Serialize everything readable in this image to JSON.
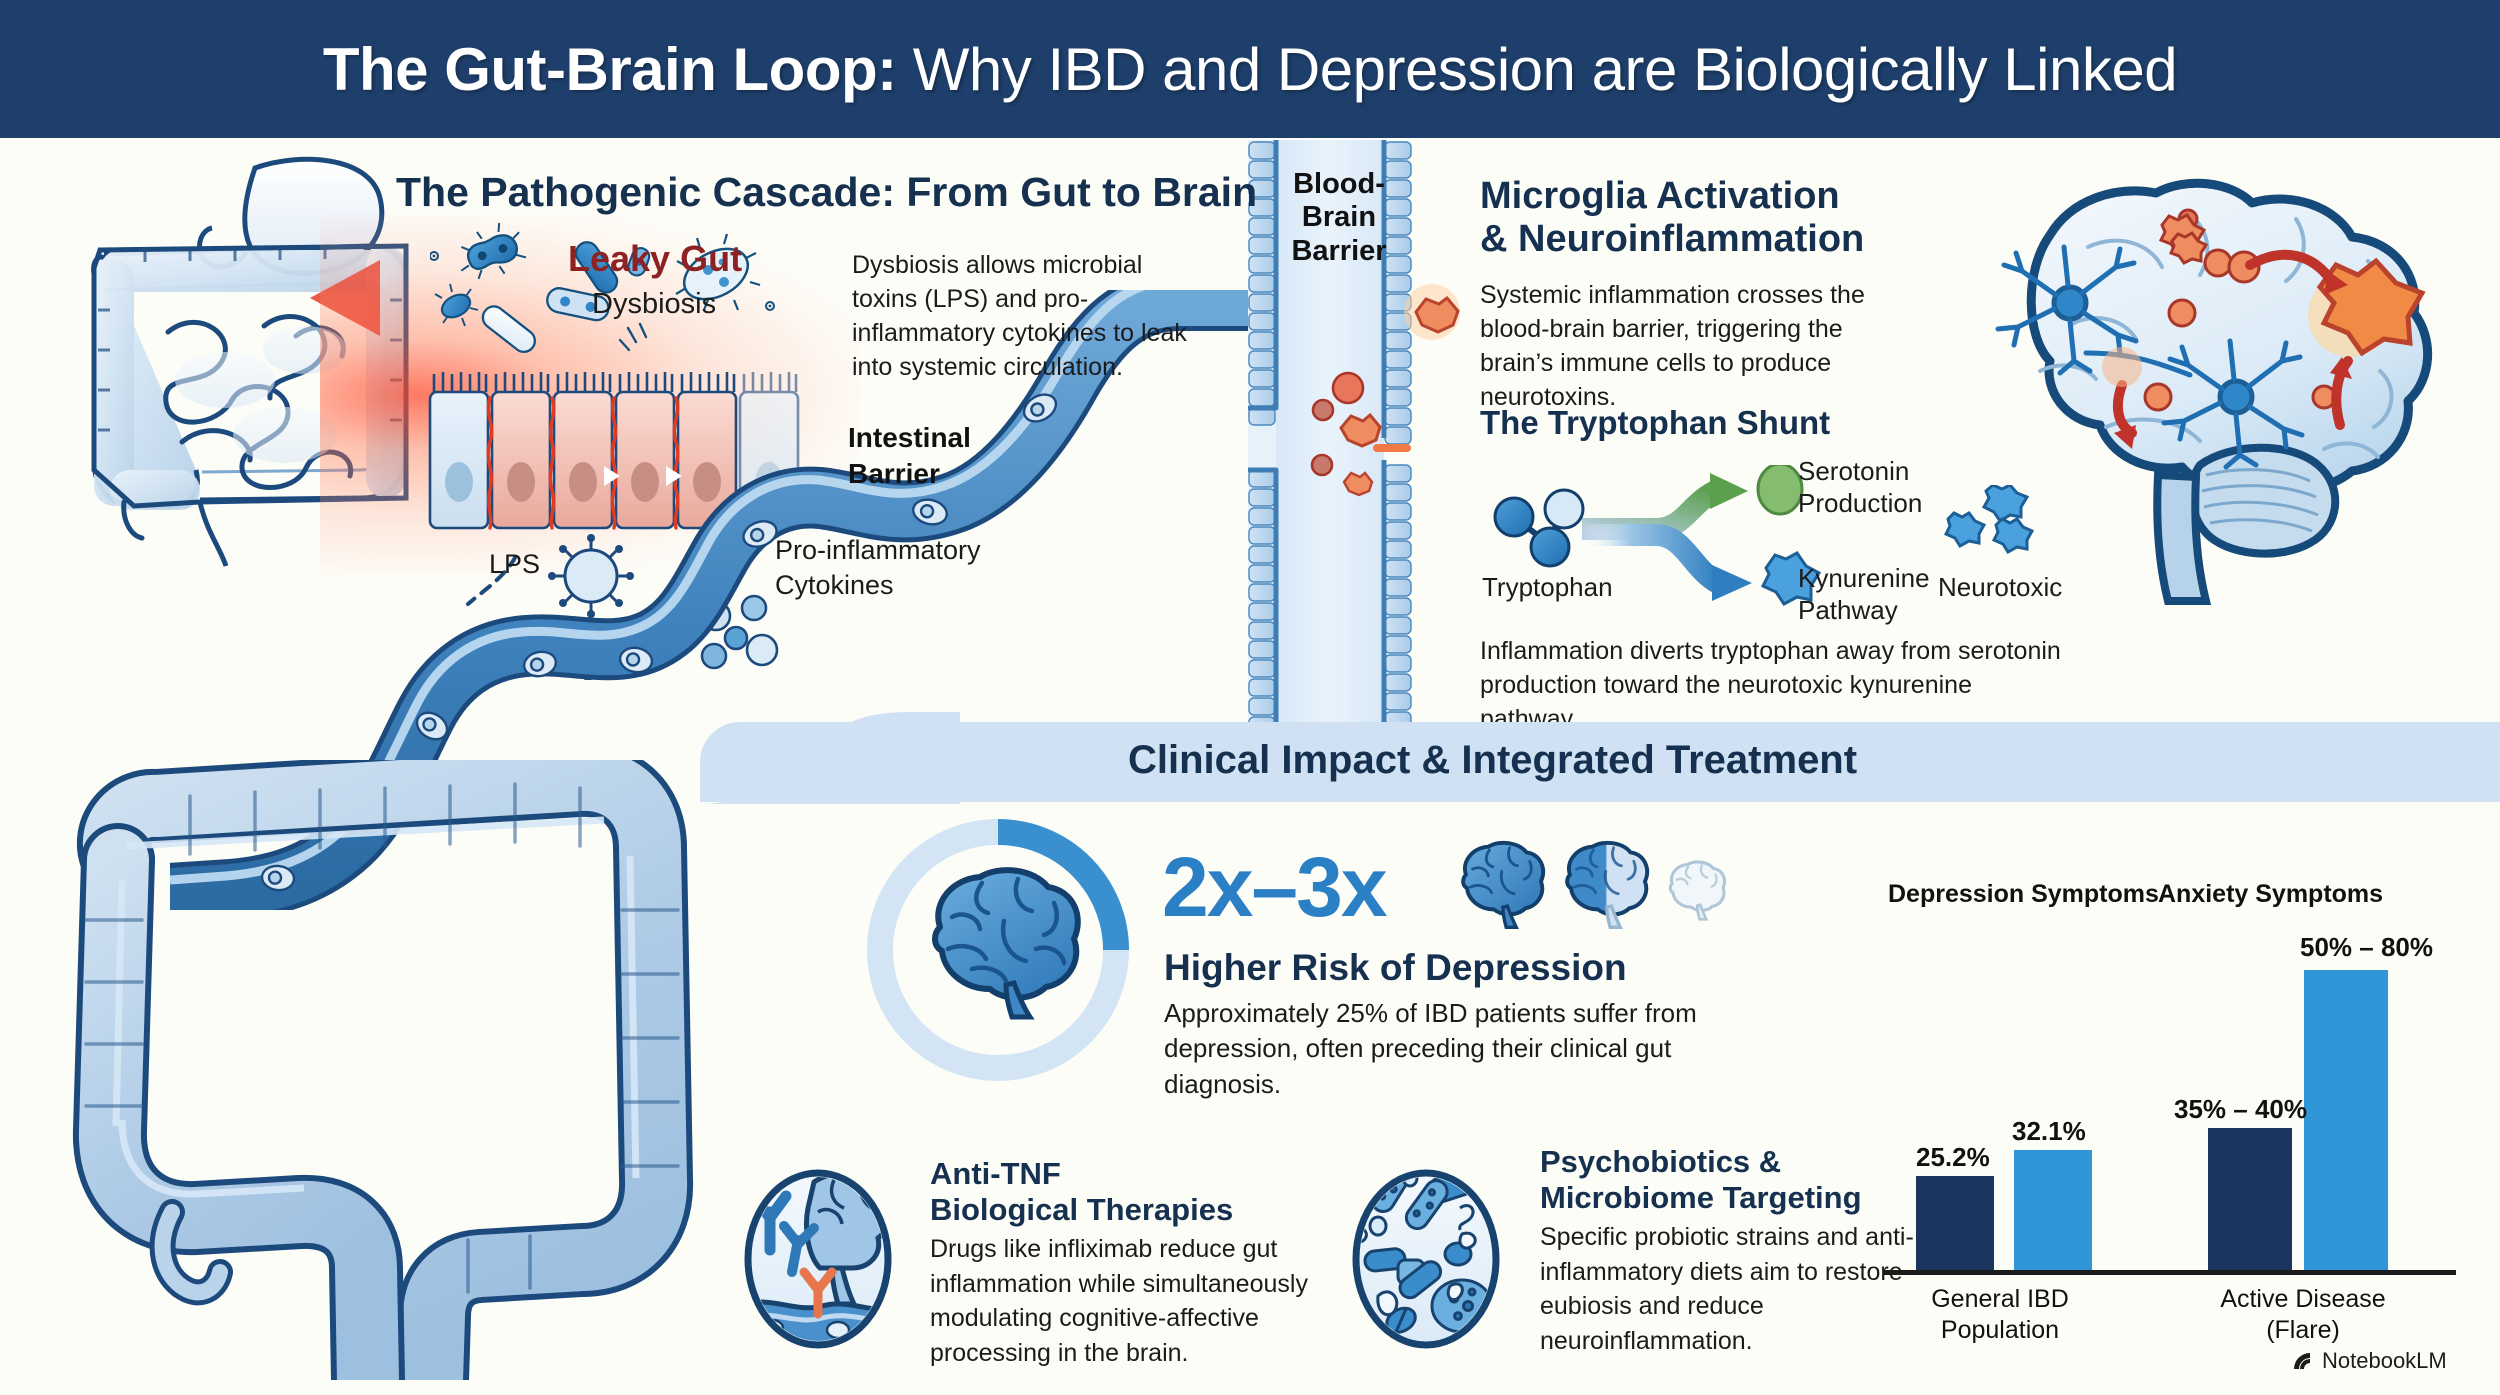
{
  "header": {
    "title_bold": "The Gut-Brain Loop:",
    "title_light": " Why IBD and Depression are Biologically Linked"
  },
  "colors": {
    "header_bg": "#1e3f6b",
    "navy": "#16304f",
    "accent_blue": "#2b7fc4",
    "light_blue": "#cfe1f2",
    "alert_red": "#8e2222",
    "bar_dark": "#1c355e",
    "bar_light": "#2f96d8",
    "serotonin_green": "#6fae5a"
  },
  "cascade": {
    "title": "The Pathogenic Cascade: From Gut to Brain",
    "leaky_gut_label": "Leaky Gut",
    "dysbiosis_label": "Dysbiosis",
    "paragraph": "Dysbiosis allows microbial toxins (LPS) and pro-inflammatory cytokines to leak into systemic circulation.",
    "intestinal_barrier_line1": "Intestinal",
    "intestinal_barrier_line2": "Barrier",
    "lps_label": "LPS",
    "cytokines_line1": "Pro-inflammatory",
    "cytokines_line2": "Cytokines"
  },
  "bbb": {
    "label_line1": "Blood-",
    "label_line2": "Brain",
    "label_line3": "Barrier"
  },
  "microglia": {
    "title_line1": "Microglia Activation",
    "title_line2": "& Neuroinflammation",
    "paragraph": "Systemic inflammation crosses the blood-brain barrier, triggering the brain’s immune cells to produce neurotoxins."
  },
  "tryptophan": {
    "title": "The Tryptophan Shunt",
    "source_label": "Tryptophan",
    "branch_serotonin_line1": "Serotonin",
    "branch_serotonin_line2": "Production",
    "branch_kynurenine_line1": "Kynurenine",
    "branch_kynurenine_line2": "Pathway",
    "neurotoxic_label": "Neurotoxic",
    "paragraph": "Inflammation diverts tryptophan away from serotonin production toward the neurotoxic kynurenine pathway."
  },
  "clinical": {
    "banner_title": "Clinical Impact & Integrated Treatment",
    "stat_number": "2x–3x",
    "stat_subtitle": "Higher Risk of Depression",
    "stat_paragraph": "Approximately 25% of IBD patients suffer from depression, often preceding their clinical gut diagnosis.",
    "donut_filled_percent": 25
  },
  "treatments": [
    {
      "title_line1": "Anti-TNF",
      "title_line2": "Biological Therapies",
      "paragraph": "Drugs like infliximab reduce gut inflammation while simultaneously modulating cognitive-affective processing in the brain."
    },
    {
      "title_line1": "Psychobiotics &",
      "title_line2": "Microbiome Targeting",
      "paragraph": "Specific probiotic strains and anti-inflammatory diets aim to restore eubiosis and reduce neuroinflammation."
    }
  ],
  "chart_data": {
    "type": "bar",
    "title": "",
    "xlabel": "",
    "ylabel": "",
    "ylim": [
      0,
      85
    ],
    "grid": false,
    "legend_position": "top",
    "categories": [
      "General IBD Population",
      "Active Disease (Flare)"
    ],
    "category_labels": [
      {
        "line1": "General IBD",
        "line2": "Population"
      },
      {
        "line1": "Active Disease",
        "line2": "(Flare)"
      }
    ],
    "series": [
      {
        "name": "Depression Symptoms",
        "color": "#1c355e",
        "values": [
          25.2,
          37.5
        ],
        "value_labels": [
          "25.2%",
          "35% – 40%"
        ]
      },
      {
        "name": "Anxiety Symptoms",
        "color": "#2f96d8",
        "values": [
          32.1,
          80
        ],
        "value_labels": [
          "32.1%",
          "50% – 80%"
        ]
      }
    ],
    "group_headers": [
      "Depression Symptoms",
      "Anxiety Symptoms"
    ]
  },
  "watermark": {
    "text": "NotebookLM",
    "icon": "notebooklm-icon"
  }
}
